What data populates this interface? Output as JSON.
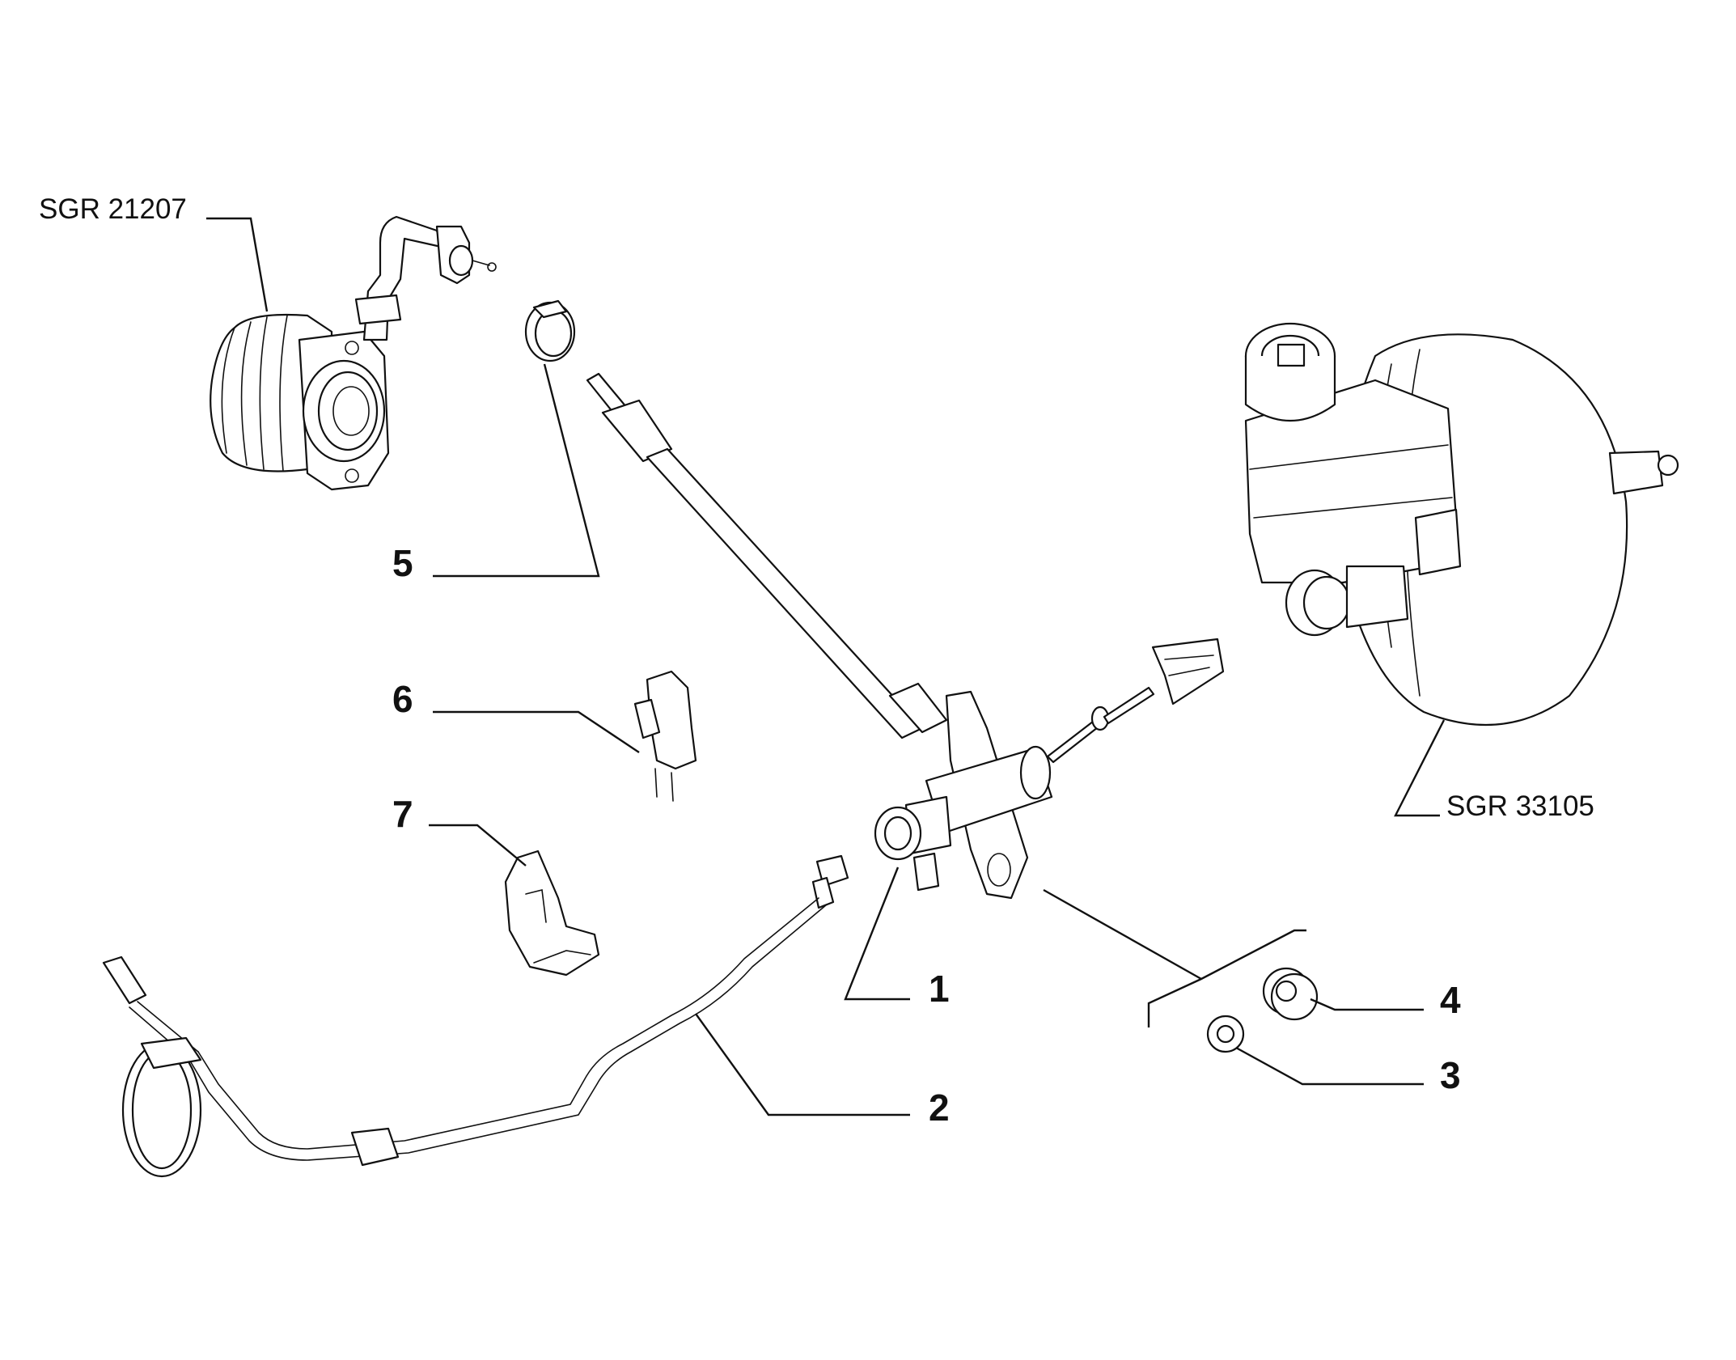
{
  "diagram": {
    "references": {
      "release_bearing": "SGR 21207",
      "brake_booster": "SGR 33105"
    },
    "callouts": [
      {
        "id": "1",
        "label": "1"
      },
      {
        "id": "2",
        "label": "2"
      },
      {
        "id": "3",
        "label": "3"
      },
      {
        "id": "4",
        "label": "4"
      },
      {
        "id": "5",
        "label": "5"
      },
      {
        "id": "6",
        "label": "6"
      },
      {
        "id": "7",
        "label": "7"
      }
    ],
    "colors": {
      "line": "#111111",
      "background": "#ffffff"
    }
  }
}
